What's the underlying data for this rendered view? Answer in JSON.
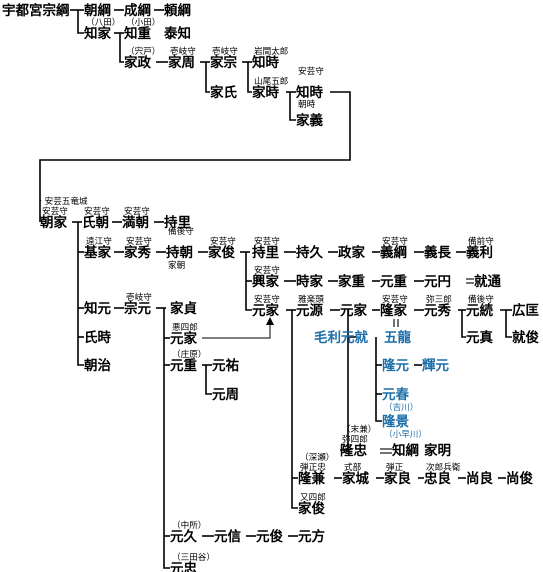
{
  "title": "",
  "nodes": [
    {
      "id": "utsunomiya",
      "name": "宇都宮宗綱",
      "notes": []
    },
    {
      "id": "tomotsuna",
      "name": "朝綱",
      "notes": []
    },
    {
      "id": "narutsuna",
      "name": "成綱",
      "notes": []
    },
    {
      "id": "yoritsuna",
      "name": "頼綱",
      "notes": []
    },
    {
      "id": "tomoie",
      "name": "知家",
      "notes": [
        "（八田）"
      ]
    },
    {
      "id": "tomoshige",
      "name": "知重",
      "notes": [
        "（小田）"
      ]
    },
    {
      "id": "yasutomo",
      "name": "泰知",
      "notes": []
    },
    {
      "id": "iemasa",
      "name": "家政",
      "notes": [
        "（宍戸）"
      ]
    },
    {
      "id": "iechika",
      "name": "家周",
      "notes": [
        "壱岐守"
      ]
    },
    {
      "id": "iemune",
      "name": "家宗",
      "notes": [
        "壱岐守"
      ]
    },
    {
      "id": "tomotoki1",
      "name": "知時",
      "notes": [
        "岩間太郎"
      ]
    },
    {
      "id": "ieuji",
      "name": "家氏",
      "notes": []
    },
    {
      "id": "ietoki",
      "name": "家時",
      "notes": [
        "山尾五郎"
      ]
    },
    {
      "id": "tomotoki2",
      "name": "知時",
      "notes": [
        "安芸守",
        "朝時"
      ]
    },
    {
      "id": "ieyoshi",
      "name": "家義",
      "notes": []
    },
    {
      "id": "tomoie2",
      "name": "朝家",
      "notes": [
        "・安芸五竜城",
        "安芸守"
      ]
    },
    {
      "id": "ujitomo",
      "name": "氏朝",
      "notes": [
        "安芸守"
      ]
    },
    {
      "id": "mitsutomo",
      "name": "満朝",
      "notes": [
        "安芸守"
      ]
    },
    {
      "id": "mochisato",
      "name": "持里",
      "notes": []
    },
    {
      "id": "motoie",
      "name": "基家",
      "notes": [
        "遠江守"
      ]
    },
    {
      "id": "iehide",
      "name": "家秀",
      "notes": [
        "安芸守"
      ]
    },
    {
      "id": "mochitomo",
      "name": "持朝",
      "notes": [
        "備後守",
        "家朝"
      ]
    },
    {
      "id": "ietoshi",
      "name": "家俊",
      "notes": [
        "安芸守"
      ]
    },
    {
      "id": "mochisato2",
      "name": "持里",
      "notes": [
        "安芸守"
      ]
    },
    {
      "id": "mochihisa",
      "name": "持久",
      "notes": []
    },
    {
      "id": "seike",
      "name": "政家",
      "notes": []
    },
    {
      "id": "yoshitsuna",
      "name": "義綱",
      "notes": [
        "安芸守"
      ]
    },
    {
      "id": "yoshinaga",
      "name": "義長",
      "notes": []
    },
    {
      "id": "yoshitoshi",
      "name": "義利",
      "notes": [
        "備前守"
      ]
    },
    {
      "id": "okiie",
      "name": "興家",
      "notes": [
        "安芸守"
      ]
    },
    {
      "id": "tokiie",
      "name": "時家",
      "notes": []
    },
    {
      "id": "ieshige",
      "name": "家重",
      "notes": []
    },
    {
      "id": "motoshige",
      "name": "元重",
      "notes": []
    },
    {
      "id": "moto_en",
      "name": "元円",
      "notes": []
    },
    {
      "id": "narimichi",
      "name": "就通",
      "notes": []
    },
    {
      "id": "tomoie3",
      "name": "知元",
      "notes": []
    },
    {
      "id": "munemoto",
      "name": "宗元",
      "notes": [
        "壱岐守"
      ]
    },
    {
      "id": "iesada",
      "name": "家貞",
      "notes": []
    },
    {
      "id": "motoie1",
      "name": "元家",
      "notes": [
        "安芸守"
      ]
    },
    {
      "id": "motomoto",
      "name": "元源",
      "notes": [
        "雅楽頭"
      ]
    },
    {
      "id": "motoie2",
      "name": "元家",
      "notes": []
    },
    {
      "id": "takaie",
      "name": "隆家",
      "notes": [
        "安芸守"
      ]
    },
    {
      "id": "motohide",
      "name": "元秀",
      "notes": [
        "弥三郎"
      ]
    },
    {
      "id": "mototsugu",
      "name": "元続",
      "notes": [
        "備後守"
      ]
    },
    {
      "id": "hiromasa",
      "name": "広匡",
      "notes": []
    },
    {
      "id": "ujitoki",
      "name": "氏時",
      "notes": []
    },
    {
      "id": "motozane",
      "name": "元真",
      "notes": []
    },
    {
      "id": "naritoshi",
      "name": "就俊",
      "notes": []
    },
    {
      "id": "tomoharu",
      "name": "朝治",
      "notes": []
    },
    {
      "id": "motoie3",
      "name": "元家",
      "notes": [
        "悪四郎"
      ]
    },
    {
      "id": "motonari",
      "name": "毛利元就",
      "notes": []
    },
    {
      "id": "goryu",
      "name": "五龍",
      "notes": []
    },
    {
      "id": "motoshige2",
      "name": "元重",
      "notes": [
        "（庄原）"
      ]
    },
    {
      "id": "motosuke",
      "name": "元祐",
      "notes": []
    },
    {
      "id": "takamoto",
      "name": "隆元",
      "notes": []
    },
    {
      "id": "terumoto",
      "name": "輝元",
      "notes": []
    },
    {
      "id": "motoharu",
      "name": "元春",
      "notes": [
        "（吉川）"
      ]
    },
    {
      "id": "motochika",
      "name": "元周",
      "notes": []
    },
    {
      "id": "takakage",
      "name": "隆景",
      "notes": [
        "（小早川）"
      ]
    },
    {
      "id": "takatada",
      "name": "隆忠",
      "notes": [
        "（末兼）",
        "弥四郎"
      ]
    },
    {
      "id": "tomotsuna2",
      "name": "知綱",
      "notes": []
    },
    {
      "id": "ieaki",
      "name": "家明",
      "notes": []
    },
    {
      "id": "takakane",
      "name": "隆兼",
      "notes": [
        "（深瀬）",
        "弾正忠"
      ]
    },
    {
      "id": "iejo",
      "name": "家城",
      "notes": [
        "式部"
      ]
    },
    {
      "id": "ieyoshi2",
      "name": "家良",
      "notes": [
        "弾正"
      ]
    },
    {
      "id": "tadayoshi",
      "name": "忠良",
      "notes": [
        "次郎兵衛"
      ]
    },
    {
      "id": "hisayoshi",
      "name": "尚良",
      "notes": []
    },
    {
      "id": "hisatoshi",
      "name": "尚俊",
      "notes": []
    },
    {
      "id": "ietoshi2",
      "name": "家俊",
      "notes": [
        "又四郎"
      ]
    },
    {
      "id": "motohisa",
      "name": "元久",
      "notes": [
        "（中所）"
      ]
    },
    {
      "id": "motonobu",
      "name": "元信",
      "notes": []
    },
    {
      "id": "mototoshi",
      "name": "元俊",
      "notes": []
    },
    {
      "id": "motokata",
      "name": "元方",
      "notes": []
    },
    {
      "id": "motodada",
      "name": "元忠",
      "notes": [
        "（三田谷）"
      ]
    }
  ]
}
